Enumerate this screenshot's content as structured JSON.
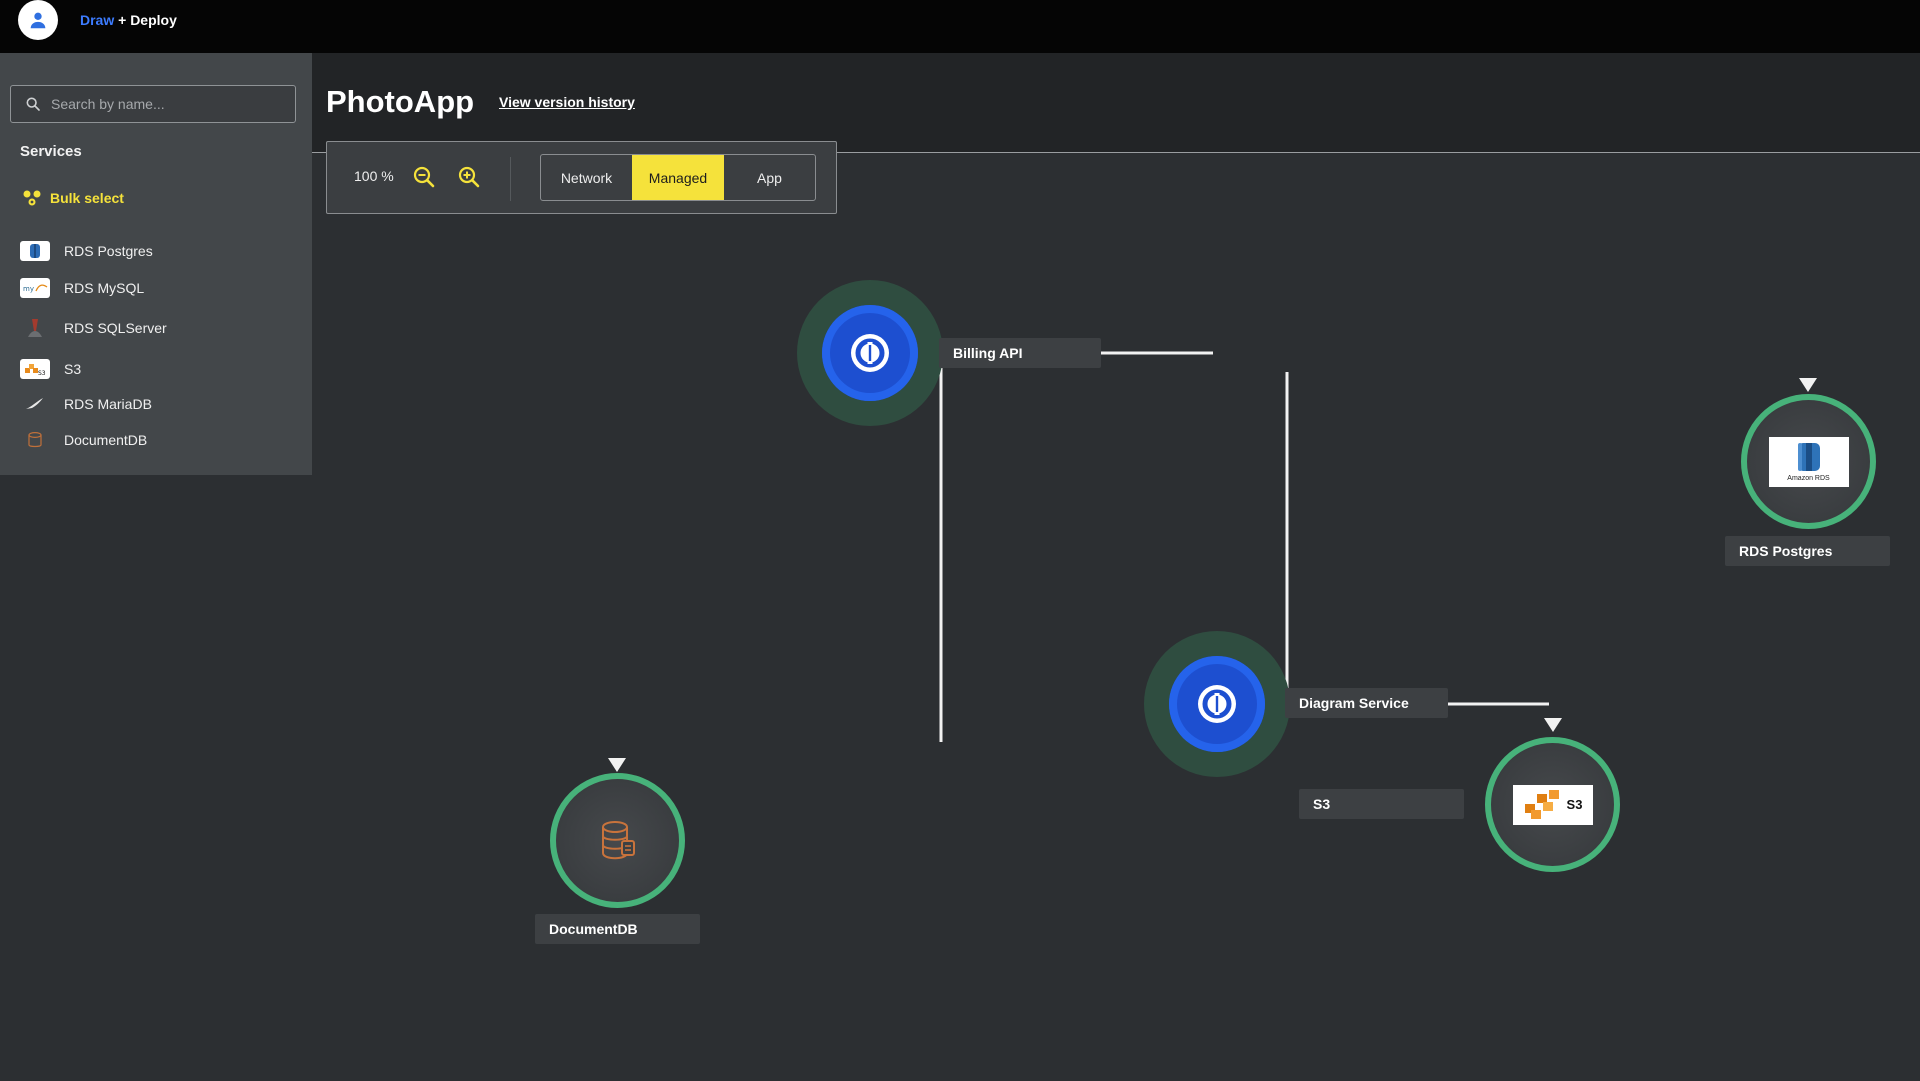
{
  "brand": {
    "draw": "Draw",
    "rest": "+ Deploy"
  },
  "sidebar": {
    "search_placeholder": "Search by name...",
    "services_title": "Services",
    "bulk_select": "Bulk select",
    "items": [
      {
        "label": "RDS Postgres",
        "icon": "rds-postgres-icon"
      },
      {
        "label": "RDS MySQL",
        "icon": "rds-mysql-icon"
      },
      {
        "label": "RDS SQLServer",
        "icon": "rds-sqlserver-icon"
      },
      {
        "label": "S3",
        "icon": "s3-icon"
      },
      {
        "label": "RDS MariaDB",
        "icon": "rds-mariadb-icon"
      },
      {
        "label": "DocumentDB",
        "icon": "documentdb-icon"
      }
    ]
  },
  "header": {
    "title": "PhotoApp",
    "version_link": "View version history"
  },
  "toolbar": {
    "zoom": "100 %",
    "views": [
      {
        "label": "Network"
      },
      {
        "label": "Managed"
      },
      {
        "label": "App"
      }
    ],
    "active_view": "Managed"
  },
  "canvas": {
    "nodes": {
      "billing": {
        "label": "Billing API"
      },
      "diagram": {
        "label": "Diagram Service"
      },
      "postgres": {
        "label": "RDS Postgres",
        "logo_text": "Amazon RDS"
      },
      "s3": {
        "label": "S3",
        "logo_text": "S3"
      },
      "documentdb": {
        "label": "DocumentDB"
      }
    }
  },
  "colors": {
    "accent": "#f5e23b",
    "brand_blue": "#3d7cff",
    "node_ring": "#47b27a",
    "api_blue": "#1d4fd0"
  }
}
